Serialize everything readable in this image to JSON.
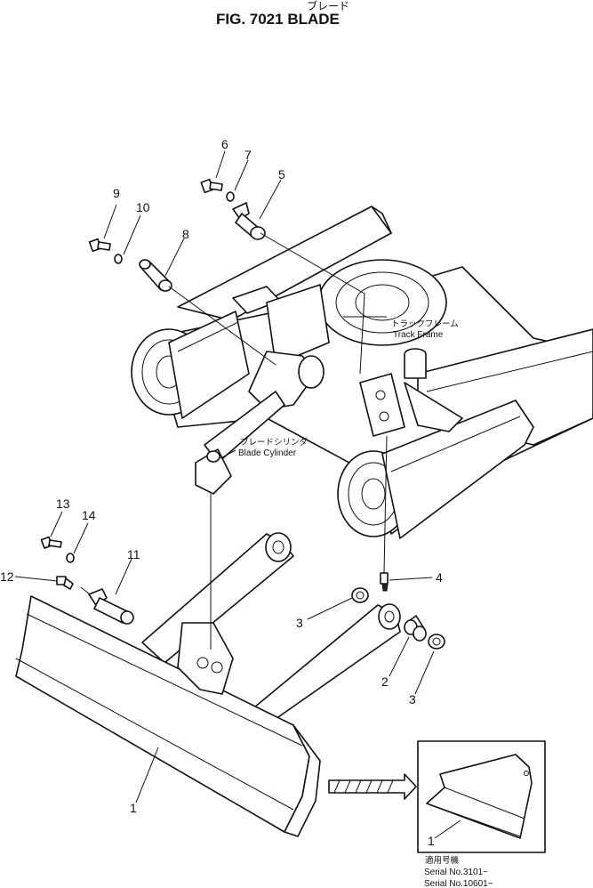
{
  "header": {
    "title": "FIG. 7021  BLADE",
    "title_jp": "ブレード"
  },
  "labels": {
    "track_frame_jp": "トラックフレーム",
    "track_frame": "Track  Frame",
    "blade_cylinder_jp": "ブレードシリンダ",
    "blade_cylinder": "Blade  Cylinder"
  },
  "callouts": [
    "1",
    "2",
    "3",
    "3",
    "4",
    "5",
    "6",
    "7",
    "8",
    "9",
    "10",
    "11",
    "12",
    "13",
    "14",
    "1"
  ],
  "inset": {
    "callout": "1",
    "applicability_jp": "適用号機",
    "serial_1": "Serial No.3101~",
    "serial_2": "Serial No.10601~"
  }
}
